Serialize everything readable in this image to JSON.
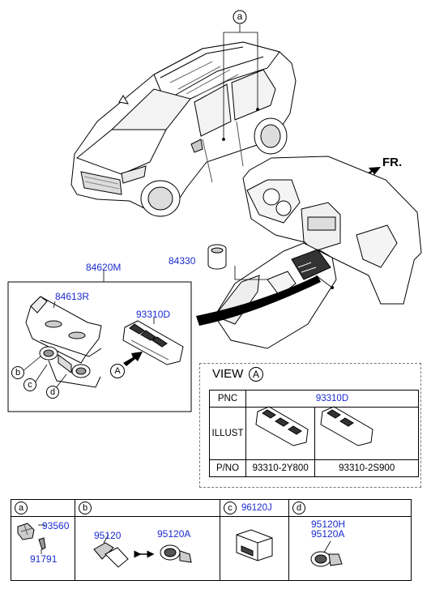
{
  "callouts": {
    "a_top": "a",
    "fr": "FR.",
    "p84620M": "84620M",
    "p84613R": "84613R",
    "p93310D": "93310D",
    "p84330": "84330",
    "b": "b",
    "c": "c",
    "d": "d",
    "view_a": "A"
  },
  "view": {
    "title": "VIEW",
    "circle": "A",
    "pnc_label": "PNC",
    "pnc_value": "93310D",
    "illust_label": "ILLUST",
    "pno_label": "P/NO",
    "pno_values": [
      "93310-2Y800",
      "93310-2S900"
    ]
  },
  "legend": {
    "headers": [
      {
        "circle": "a",
        "text": ""
      },
      {
        "circle": "b",
        "text": ""
      },
      {
        "circle": "c",
        "text": "96120J"
      },
      {
        "circle": "d",
        "text": ""
      }
    ],
    "a_parts": [
      "93560",
      "91791"
    ],
    "b_parts": [
      "95120",
      "95120A"
    ],
    "d_parts": [
      "95120H",
      "95120A"
    ]
  }
}
